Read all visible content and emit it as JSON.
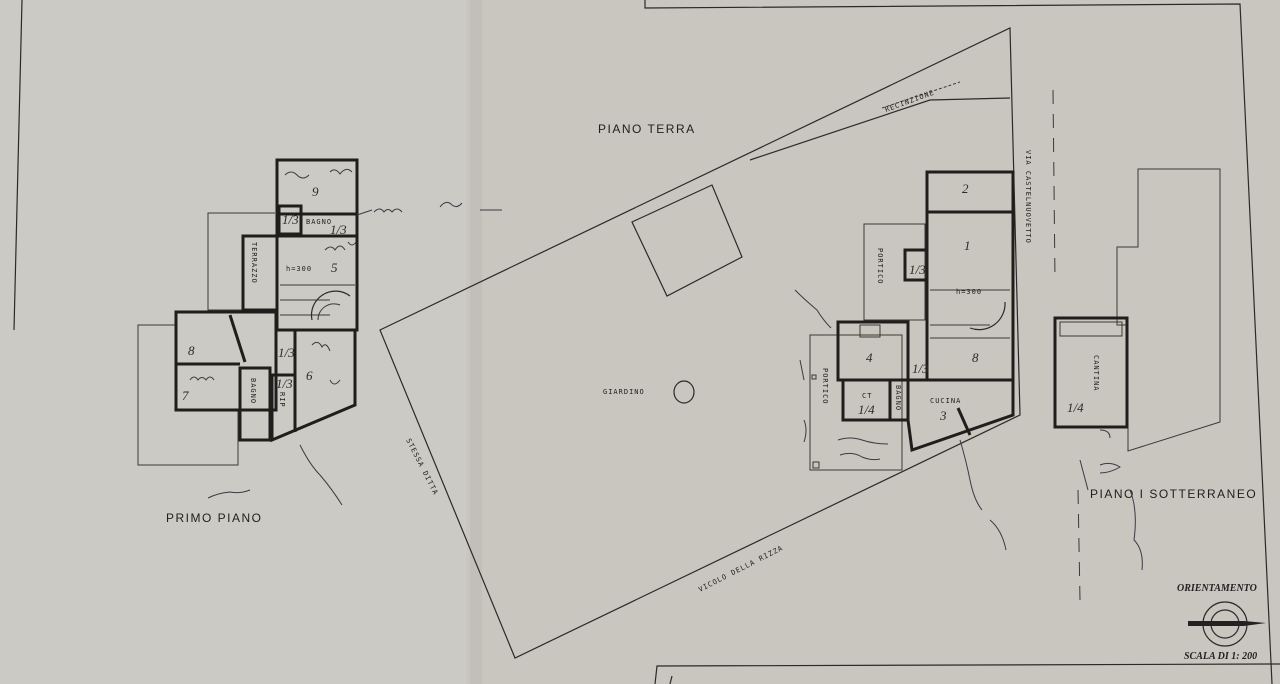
{
  "document": {
    "paper_color": "#c8c5bf",
    "ink_color": "#1f1e1c"
  },
  "labels": {
    "piano_terra": "PIANO TERRA",
    "primo_piano": "PRIMO PIANO",
    "piano_sotterraneo": "PIANO I SOTTERRANEO",
    "giardino": "GIARDINO",
    "vicolo": "VICOLO DELLA RIZZA",
    "stessa_ditta": "STESSA DITTA",
    "via": "VIA CASTELNUOVETTO",
    "recinzione": "RECINZIONE",
    "orientamento": "ORIENTAMENTO",
    "scala": "SCALA DI 1: 200"
  },
  "primo_piano_rooms": {
    "bagno_top": "BAGNO",
    "terrazzo": "TERRAZZO",
    "height": "h=300",
    "bagno_bottom": "BAGNO",
    "rip": "RIP",
    "r9": "9",
    "r5": "5",
    "r6": "6",
    "r7": "7",
    "r8": "8",
    "frac1": "1/3",
    "frac2": "1/3",
    "frac3": "1/3",
    "frac4": "1/3"
  },
  "piano_terra_rooms": {
    "portico_upper": "PORTICO",
    "portico_lower": "PORTICO",
    "cucina": "CUCINA",
    "bagno": "BAGNO",
    "ct": "CT",
    "height": "h=300",
    "r1": "1",
    "r2": "2",
    "r3": "3",
    "r4": "4",
    "r8": "8",
    "frac1": "1/3",
    "frac2": "1/3",
    "frac3": "1/4"
  },
  "sotterraneo_rooms": {
    "cantina": "CANTINA",
    "frac": "1/4"
  }
}
